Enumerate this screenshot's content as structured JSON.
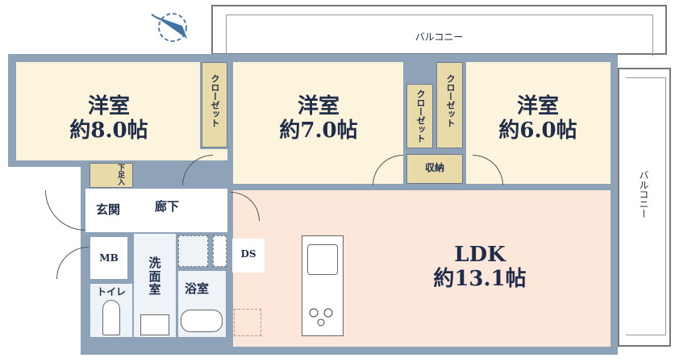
{
  "compass": {
    "icon": "north-arrow-compass"
  },
  "balcony_top": "バルコニー",
  "balcony_right": "バルコニー",
  "rooms": {
    "western1": {
      "name": "洋室",
      "size": "約8.0帖"
    },
    "western2": {
      "name": "洋室",
      "size": "約7.0帖"
    },
    "western3": {
      "name": "洋室",
      "size": "約6.0帖"
    },
    "ldk": {
      "name": "LDK",
      "size": "約13.1帖"
    },
    "closet1": "クローゼット",
    "closet2": "クローゼット",
    "closet3": "クローゼット",
    "storage": "収納",
    "shoe": "下足入",
    "entrance": "玄関",
    "hallway": "廊下",
    "mb": "MB",
    "toilet": "トイレ",
    "washroom": "洗面室",
    "bath": "浴室",
    "ds": "DS"
  },
  "colors": {
    "wall": "#8ea3b7",
    "bedroom": "#fcf4dc",
    "ldk": "#fce7da",
    "wet": "#eef3f8",
    "closet": "#e9dba9"
  }
}
